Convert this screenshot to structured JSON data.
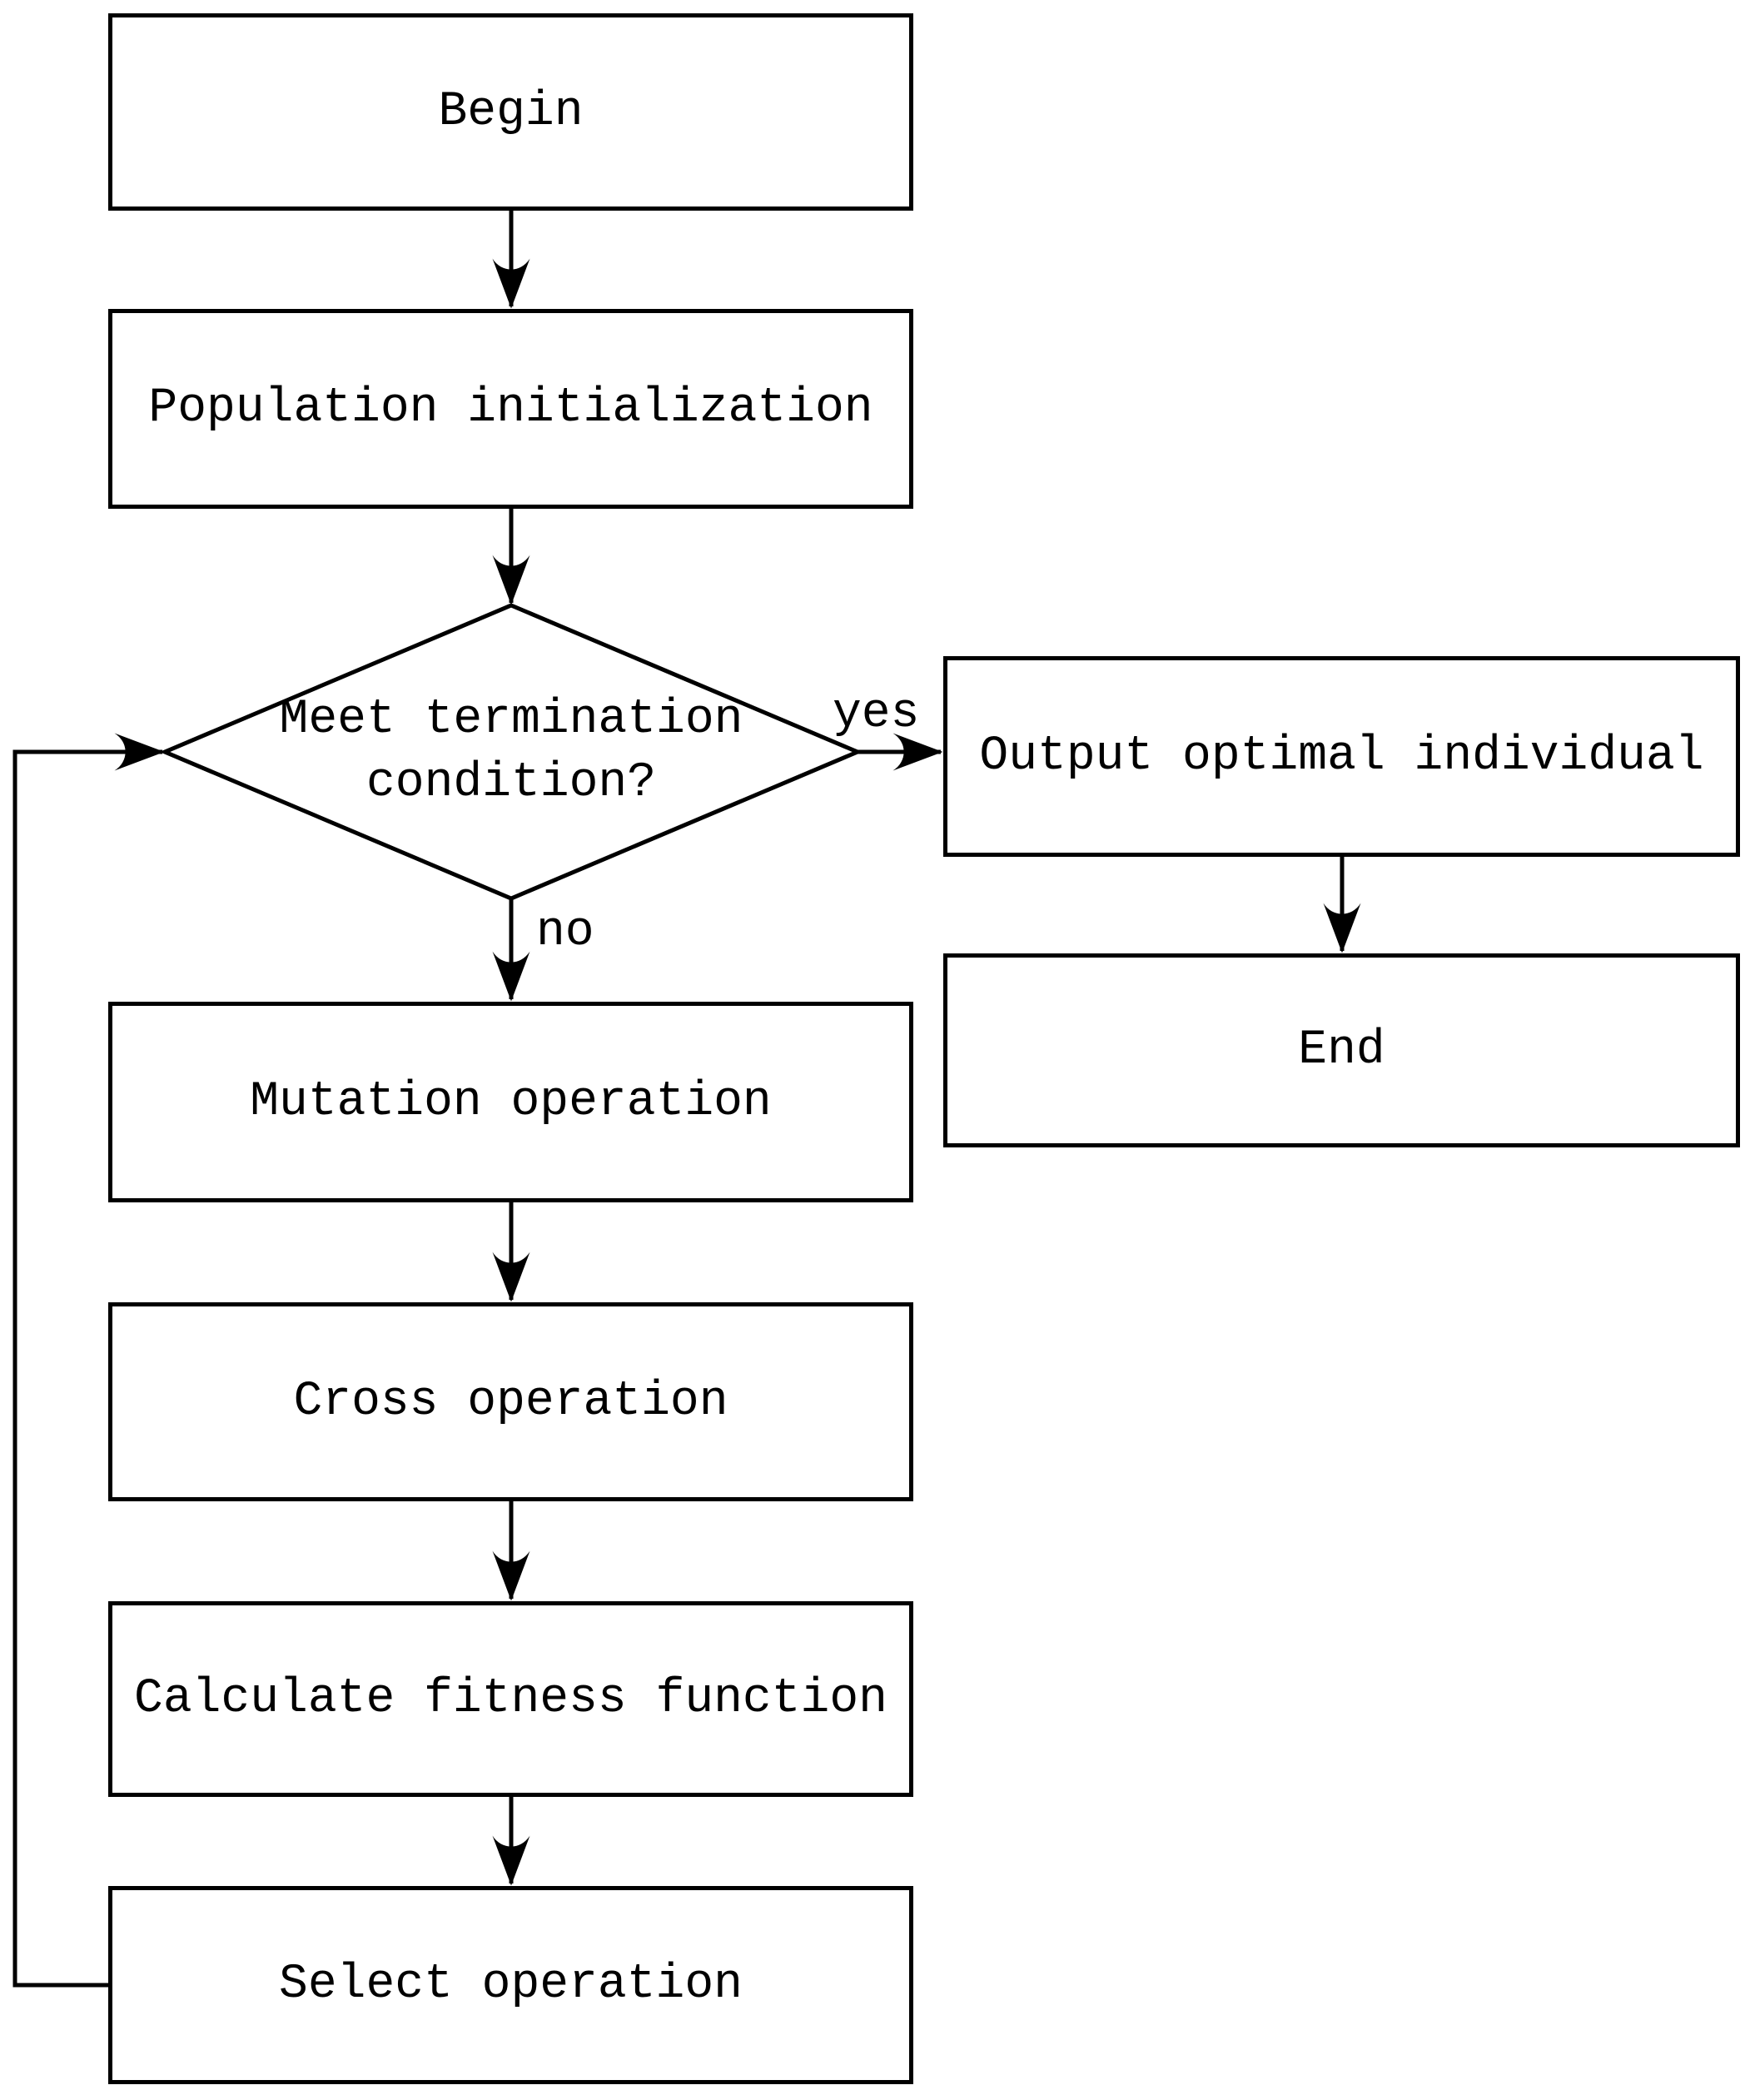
{
  "page": {
    "background_color": "#ffffff",
    "stroke_color": "#000000",
    "diagram_type": "flowchart"
  },
  "flowchart": {
    "nodes": {
      "begin": {
        "label": "Begin",
        "shape": "rectangle"
      },
      "population_initialization": {
        "label": "Population initialization",
        "shape": "rectangle"
      },
      "termination_decision": {
        "label": "Meet termination condition?",
        "shape": "diamond",
        "lines": [
          "Meet termination",
          "condition?"
        ]
      },
      "output_optimal_individual": {
        "label": "Output optimal individual",
        "shape": "rectangle"
      },
      "end": {
        "label": "End",
        "shape": "rectangle"
      },
      "mutation_operation": {
        "label": "Mutation operation",
        "shape": "rectangle"
      },
      "cross_operation": {
        "label": "Cross operation",
        "shape": "rectangle"
      },
      "calculate_fitness_function": {
        "label": "Calculate fitness function",
        "shape": "rectangle"
      },
      "select_operation": {
        "label": "Select operation",
        "shape": "rectangle"
      }
    },
    "edge_labels": {
      "yes": "yes",
      "no": "no"
    },
    "edges": [
      {
        "from": "begin",
        "to": "population_initialization",
        "label": ""
      },
      {
        "from": "population_initialization",
        "to": "termination_decision",
        "label": ""
      },
      {
        "from": "termination_decision",
        "to": "output_optimal_individual",
        "label": "yes"
      },
      {
        "from": "termination_decision",
        "to": "mutation_operation",
        "label": "no"
      },
      {
        "from": "output_optimal_individual",
        "to": "end",
        "label": ""
      },
      {
        "from": "mutation_operation",
        "to": "cross_operation",
        "label": ""
      },
      {
        "from": "cross_operation",
        "to": "calculate_fitness_function",
        "label": ""
      },
      {
        "from": "calculate_fitness_function",
        "to": "select_operation",
        "label": ""
      },
      {
        "from": "select_operation",
        "to": "termination_decision",
        "label": ""
      }
    ]
  }
}
